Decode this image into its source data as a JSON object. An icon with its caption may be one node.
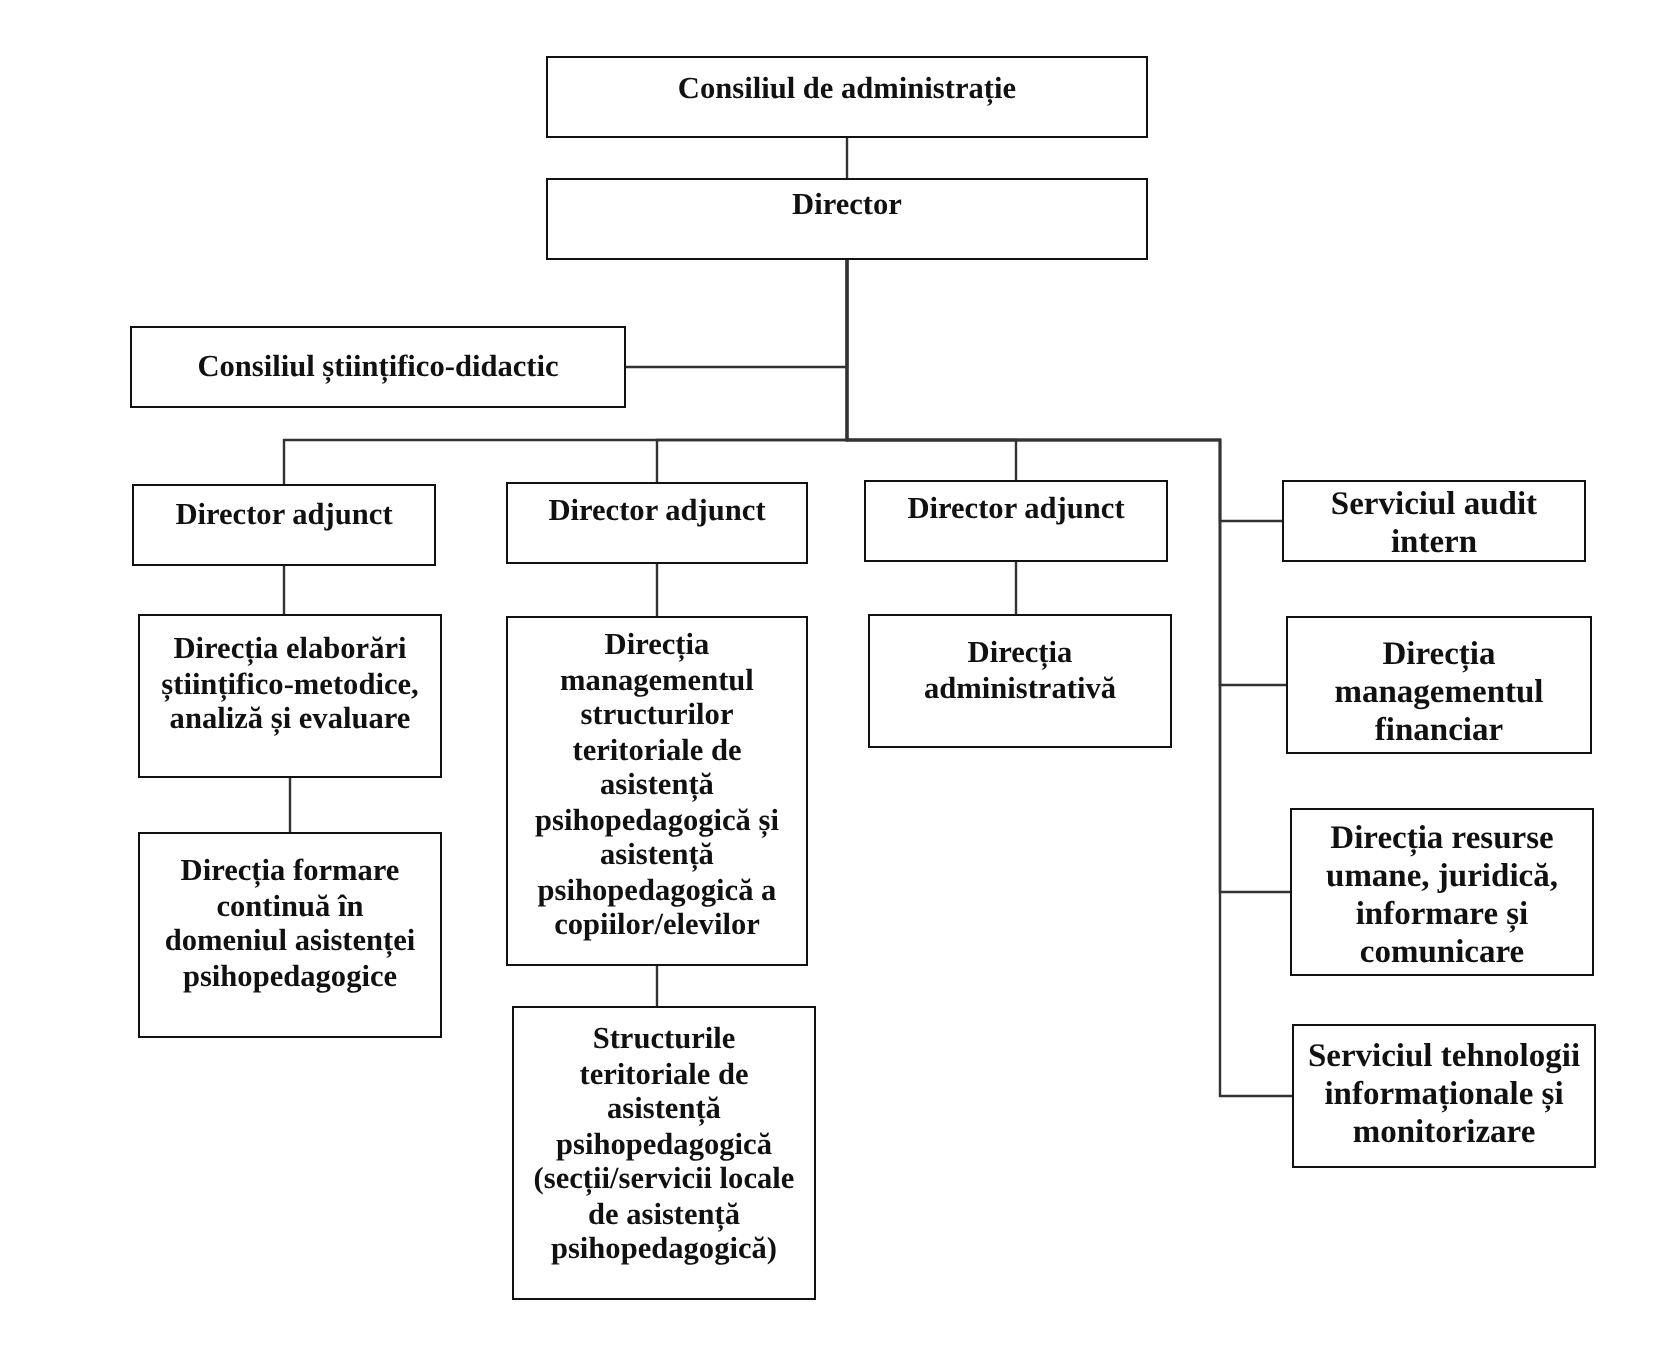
{
  "diagram": {
    "nodes": [
      {
        "text": [
          "Consiliul de administrație"
        ]
      },
      {
        "text": [
          "Director"
        ]
      },
      {
        "text": [
          "Consiliul științifico-didactic"
        ]
      },
      {
        "text": [
          "Director adjunct"
        ]
      },
      {
        "text": [
          "Director adjunct"
        ]
      },
      {
        "text": [
          "Director adjunct"
        ]
      },
      {
        "text": [
          "Direcția elaborări științifico-metodice, analiză și evaluare"
        ]
      },
      {
        "text": [
          "Direcția formare continuă în domeniul asistenței psihopedagogice"
        ]
      },
      {
        "text": [
          "Direcția managementul structurilor teritoriale de asistență psihopedagogică și asistență psihopedagogică a copiilor/elevilor"
        ]
      },
      {
        "text": [
          "Structurile teritoriale de asistență psihopedagogică (secții/servicii locale de asistență psihopedagogică)"
        ]
      },
      {
        "text": [
          "Direcția administrativă"
        ]
      },
      {
        "text": [
          "Serviciul audit intern"
        ]
      },
      {
        "text": [
          "Direcția managementul financiar"
        ]
      },
      {
        "text": [
          "Direcția resurse umane, juridică, informare și comunicare"
        ]
      },
      {
        "text": [
          "Serviciul tehnologii informaționale și monitorizare"
        ]
      }
    ],
    "edges": [
      {
        "from": 0,
        "to": 1,
        "arrow": "none"
      },
      {
        "from": 1,
        "to": 2,
        "arrow": "none"
      },
      {
        "from": 1,
        "to": 3,
        "arrow": "none"
      },
      {
        "from": 1,
        "to": 4,
        "arrow": "none"
      },
      {
        "from": 1,
        "to": 5,
        "arrow": "none"
      },
      {
        "from": 1,
        "to": 11,
        "arrow": "none"
      },
      {
        "from": 1,
        "to": 12,
        "arrow": "none"
      },
      {
        "from": 1,
        "to": 13,
        "arrow": "none"
      },
      {
        "from": 1,
        "to": 14,
        "arrow": "none"
      },
      {
        "from": 3,
        "to": 6,
        "arrow": "none"
      },
      {
        "from": 6,
        "to": 7,
        "arrow": "none"
      },
      {
        "from": 4,
        "to": 8,
        "arrow": "none"
      },
      {
        "from": 8,
        "to": 9,
        "arrow": "none"
      },
      {
        "from": 5,
        "to": 10,
        "arrow": "none"
      }
    ]
  }
}
